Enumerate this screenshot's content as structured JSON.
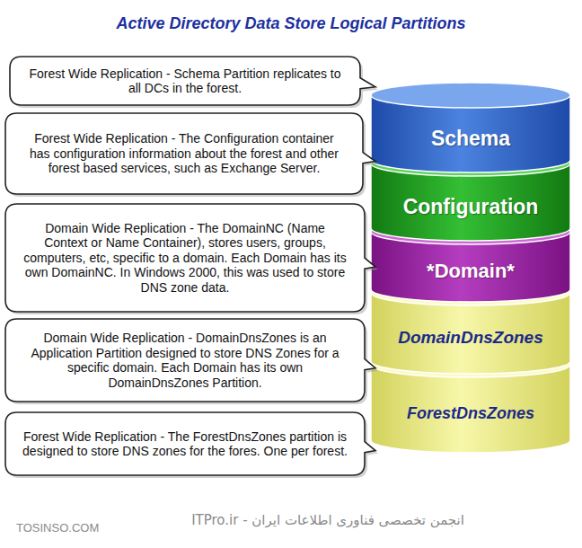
{
  "diagram": {
    "title": "Active Directory Data Store Logical Partitions",
    "nodes": [
      {
        "text": [
          "Forest Wide Replication - Schema Partition replicates to all DCs in the forest."
        ]
      },
      {
        "text": [
          "Schema"
        ]
      },
      {
        "text": [
          "Forest Wide Replication - The Configuration container has configuration information about the forest and other forest based services, such as Exchange Server."
        ]
      },
      {
        "text": [
          "Configuration"
        ]
      },
      {
        "text": [
          "Domain Wide Replication - The DomainNC (Name Context or Name Container), stores users, groups, computers, etc, specific to a domain. Each Domain has its own DomainNC. In Windows 2000, this was used to store DNS zone data."
        ]
      },
      {
        "text": [
          "*Domain*"
        ]
      },
      {
        "text": [
          "Domain Wide Replication - DomainDnsZones is an Application Partition designed to store DNS Zones for a specific domain. Each Domain has its own DomainDnsZones Partition."
        ]
      },
      {
        "text": [
          "DomainDnsZones"
        ]
      },
      {
        "text": [
          "Forest Wide Replication - The ForestDnsZones partition is designed to store DNS zones for the fores. One per forest."
        ]
      },
      {
        "text": [
          "ForestDnsZones"
        ]
      }
    ],
    "labels": [
      "TOSINSO.COM",
      "انجمن تخصصی فناوری اطلاعات ایران - ITPro.ir"
    ]
  }
}
